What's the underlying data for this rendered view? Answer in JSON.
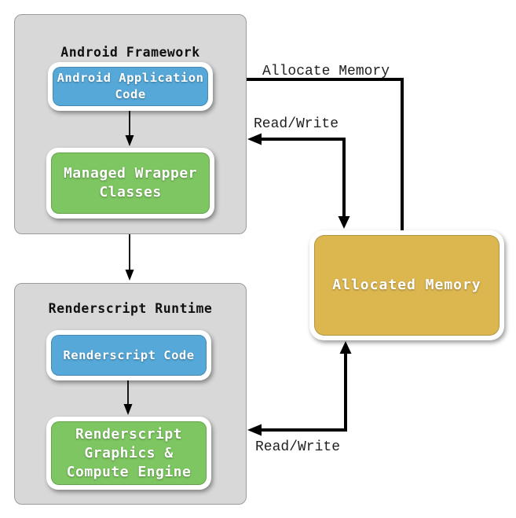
{
  "diagram": {
    "title": "Renderscript architecture diagram",
    "colors": {
      "container_bg": "#d8d8d8",
      "container_border": "#9b9b9b",
      "node_blue": "#55a8d8",
      "node_green": "#7dc661",
      "node_gold": "#dcb64f",
      "wire": "#000000",
      "node_text": "#ffffff",
      "label_text": "#1f1f1f"
    },
    "containers": [
      {
        "id": "android-framework",
        "title": "Android Framework",
        "boxes": [
          {
            "id": "android-application-code",
            "color": "blue",
            "label": "Android Application Code",
            "lines": [
              "Android Application",
              "Code"
            ]
          },
          {
            "id": "managed-wrapper-classes",
            "color": "green",
            "label": "Managed Wrapper Classes",
            "lines": [
              "Managed Wrapper",
              "Classes"
            ]
          }
        ]
      },
      {
        "id": "renderscript-runtime",
        "title": "Renderscript Runtime",
        "boxes": [
          {
            "id": "renderscript-code",
            "color": "blue",
            "label": "Renderscript Code",
            "lines": [
              "Renderscript Code"
            ]
          },
          {
            "id": "renderscript-graphics-compute-engine",
            "color": "green",
            "label": "Renderscript Graphics & Compute Engine",
            "lines": [
              "Renderscript",
              "Graphics &",
              "Compute Engine"
            ]
          }
        ]
      }
    ],
    "memory_box": {
      "id": "allocated-memory",
      "label": "Allocated Memory"
    },
    "connectors": [
      {
        "id": "allocate-memory",
        "label": "Allocate Memory",
        "from": "android-framework",
        "to": "allocated-memory",
        "direction": "one-way"
      },
      {
        "id": "read-write-top",
        "label": "Read/Write",
        "from": "android-framework",
        "to": "allocated-memory",
        "direction": "two-way"
      },
      {
        "id": "read-write-bottom",
        "label": "Read/Write",
        "from": "renderscript-runtime",
        "to": "allocated-memory",
        "direction": "two-way"
      }
    ]
  }
}
